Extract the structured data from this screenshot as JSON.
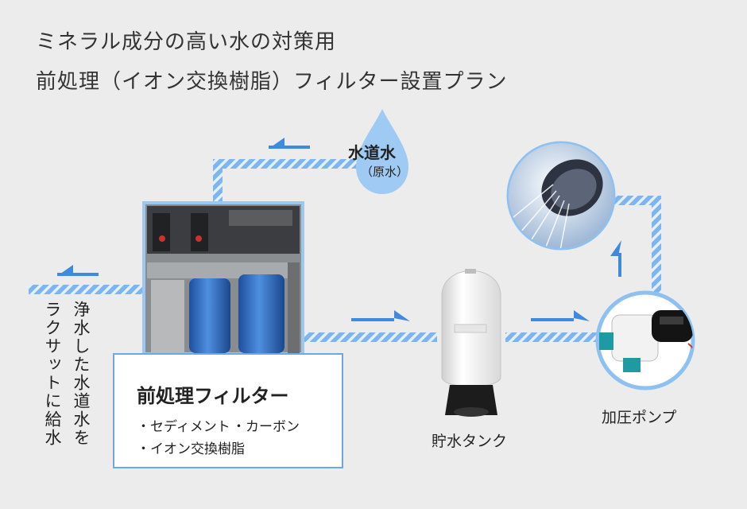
{
  "title": {
    "line1": "ミネラル成分の高い水の対策用",
    "line2": "前処理（イオン交換樹脂）フィルター設置プラン"
  },
  "source": {
    "label": "水道水",
    "sublabel": "（原水）"
  },
  "outlet": {
    "line1": "浄水した水道水を",
    "line2": "ラクサットに給水"
  },
  "filter": {
    "title": "前処理フィルター",
    "items": [
      "・セディメント",
      "・カーボン",
      "・イオン交換樹脂"
    ]
  },
  "tank": {
    "label": "貯水タンク"
  },
  "pump": {
    "label": "加圧ポンプ"
  },
  "colors": {
    "pipe": "#7fb5ee",
    "arrow": "#3d8ae0",
    "frame": "#6aa8e8",
    "background": "#ececec"
  },
  "icons": [
    "water-drop-icon",
    "shower-head-icon",
    "flow-arrow-icon"
  ]
}
